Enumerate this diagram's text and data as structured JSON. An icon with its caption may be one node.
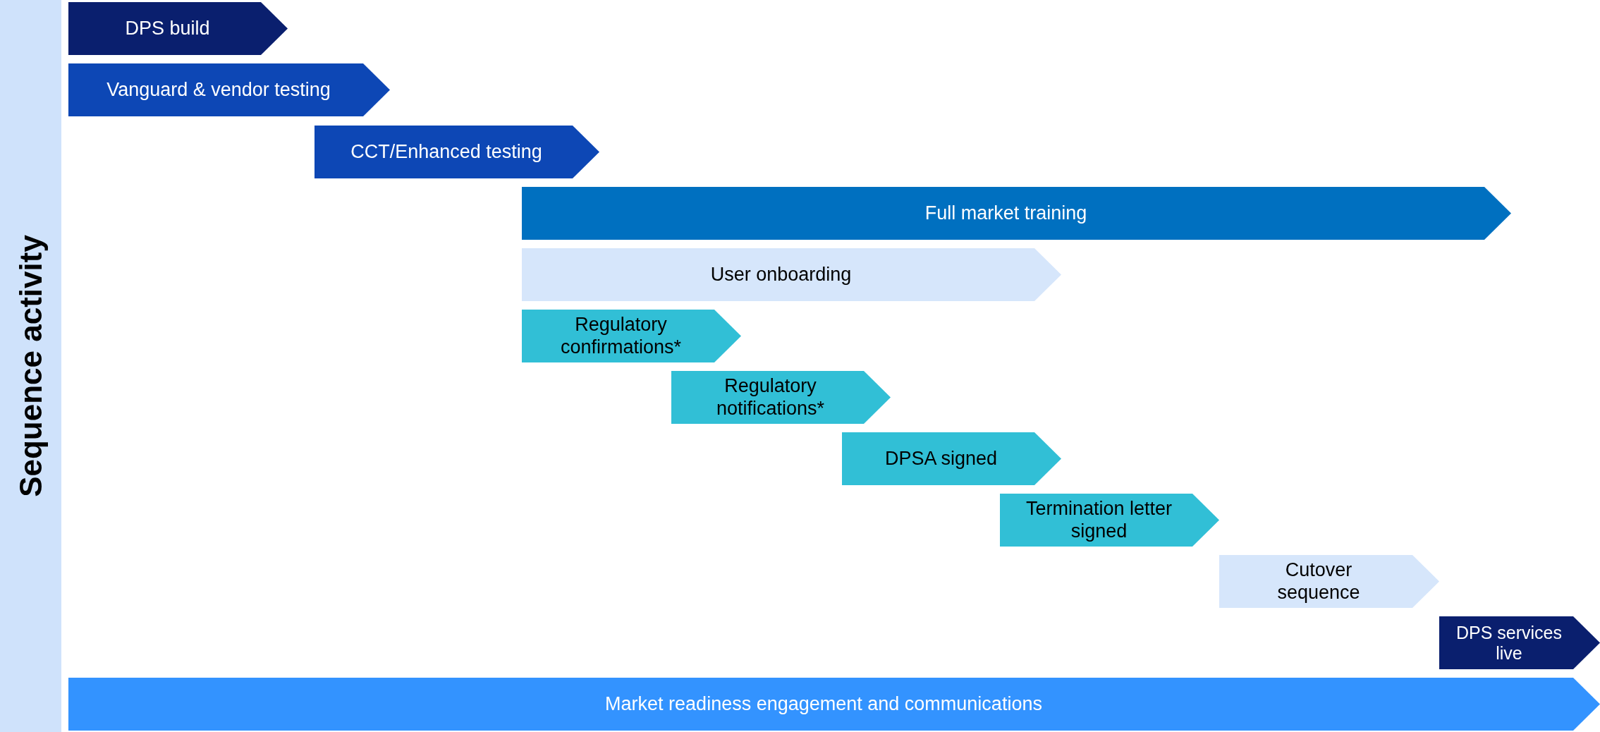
{
  "diagram": {
    "nodes": [
      {
        "text": [
          "Sequence activity"
        ]
      },
      {
        "text": [
          "DPS build"
        ]
      },
      {
        "text": [
          "Vanguard & vendor testing"
        ]
      },
      {
        "text": [
          "CCT/Enhanced testing"
        ]
      },
      {
        "text": [
          "Full market training"
        ]
      },
      {
        "text": [
          "User onboarding"
        ]
      },
      {
        "text": [
          "Regulatory confirmations*"
        ]
      },
      {
        "text": [
          "Regulatory notifications*"
        ]
      },
      {
        "text": [
          "DPSA signed"
        ]
      },
      {
        "text": [
          "Termination letter signed"
        ]
      },
      {
        "text": [
          "Cutover sequence"
        ]
      },
      {
        "text": [
          "DPS services live"
        ]
      },
      {
        "text": [
          "Market readiness engagement and communications"
        ]
      }
    ]
  }
}
